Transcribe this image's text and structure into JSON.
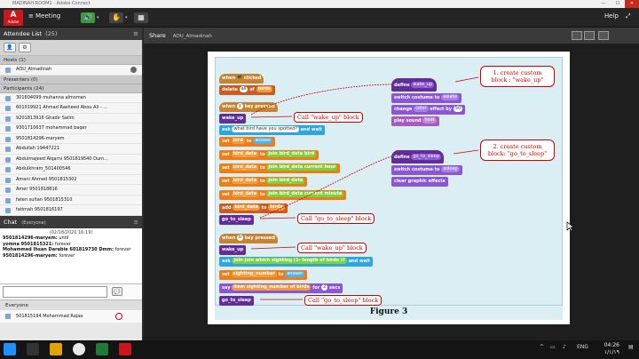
{
  "window": {
    "title": "MADINAH-ROOM1 - Adobe Connect",
    "minimize": "—",
    "maximize": "☐",
    "close": "✕"
  },
  "topbar": {
    "logo_letter": "A",
    "logo_text": "Adobe",
    "menu_1": "≡",
    "meeting_label": "Meeting",
    "help_label": "Help",
    "icons": [
      "speaker-icon",
      "mic-icon",
      "hand-icon",
      "grid-icon"
    ],
    "speaker_glyph": "🔊",
    "hand_glyph": "✋",
    "grid_glyph": "▦",
    "drop_glyph": "▾",
    "fullscreen_glyph": "⤢"
  },
  "attendees": {
    "title": "Attendee List",
    "count": "(25)",
    "menu_glyph": "≡",
    "tools": [
      "👤",
      "⚙"
    ],
    "hosts_label": "Hosts (1)",
    "host_name": "AOU_Almadinah",
    "presenters_label": "Presenters (0)",
    "participants_label": "Participants (24)",
    "participants": [
      "301604099 muhanna almomen",
      "601019921 Ahmad Rasheed Abou Ali - ...",
      "9201813916 Ghadir Salim",
      "9301710637 mohammad baqer",
      "9501814296-maryem",
      "Abdullah 19447221",
      "Abdulmajeed Alqarni 9501819540 Dum...",
      "Abdulkhram_501400546",
      "Amani Ahmed 9501815302",
      "Amer 9501818816",
      "faten sultan 9501815310",
      "fatimah 9501816197"
    ]
  },
  "chat": {
    "title": "Chat",
    "scope": "(Everyone)",
    "timestamp": "(02/18/2020 16:19)",
    "messages": [
      {
        "sender": "9501814296-maryem:",
        "text": " until"
      },
      {
        "sender": "yomna 9501815321:",
        "text": " forever"
      },
      {
        "sender": "Mohammed Ihsan Darabie 601819730 Dmm:",
        "text": " forever"
      },
      {
        "sender": "9501814296-maryem:",
        "text": " forever"
      }
    ],
    "send_glyph": "💬",
    "tab_label": "Everyone",
    "current_user": "501815194 Mohammad Rajaa"
  },
  "share": {
    "title": "Share",
    "presenter": "AOU_Almadinah",
    "figure_caption": "Figure 3",
    "blocks": {
      "when_clicked": "when 🏴 clicked",
      "delete": "delete",
      "delete_all": "all",
      "of": "of",
      "birds_list": "birds",
      "when_y": "when",
      "key_y": "y",
      "key_pressed": "key pressed",
      "wake_up": "wake_up",
      "ask": "ask",
      "ask_q": "what bird have you spotted?",
      "and_wait": "and wait",
      "set": "set",
      "bird": "bird",
      "to": "to",
      "answer": "answer",
      "bird_data": "bird_data",
      "join": "join",
      "current": "current",
      "hour": "hour",
      "minute": "minute",
      "add": "add",
      "go_to_sleep": "go_to_sleep",
      "when_b": "when",
      "key_b": "b",
      "join_sighting": "which sighting (1-",
      "length_of": "length of",
      "close_paren": ")?",
      "sighting_number": "sighting_number",
      "say": "say",
      "item": "item",
      "for": "for",
      "secs_val": "2",
      "secs": "secs",
      "define": "define",
      "switch_costume": "switch costume to",
      "awake": "awake",
      "asleep": "asleep",
      "change": "change",
      "color": "color",
      "effect_by": "effect by",
      "effect_val": "50",
      "play_sound": "play sound",
      "hoot": "hoot",
      "clear_effects": "clear graphic effects"
    },
    "annotations": {
      "create_wake": "1. create custom block : \"wake_up\"",
      "create_sleep": "2. create custom block: \"go_to_sleep\"",
      "call_wake_1": "Call \"wake_up\" block",
      "call_sleep_1": "Call \"go_to_sleep\" block",
      "call_wake_2": "Call \"wake_up\" block",
      "call_sleep_2": "Call \"go_to_sleep\" block"
    }
  },
  "taskbar": {
    "lang": "ENG",
    "time": "04:26",
    "date": "۱/۱/۱۹"
  }
}
